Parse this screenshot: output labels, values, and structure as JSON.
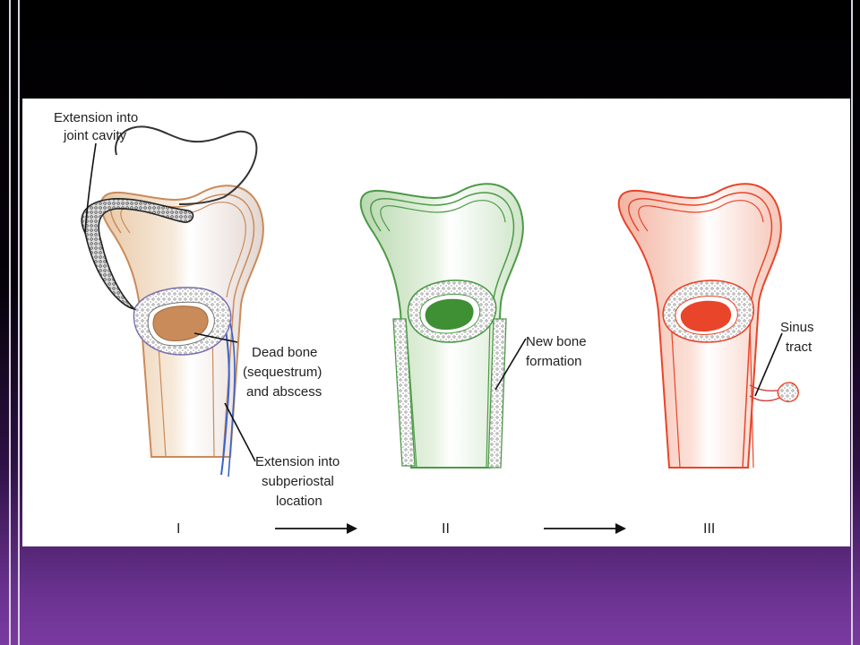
{
  "slide": {
    "accent_colors": {
      "stage1": "#c98b5a",
      "stage2": "#4c9a47",
      "stage3": "#e8452a",
      "periosteum": "#3a63c8"
    }
  },
  "figure": {
    "labels": {
      "joint_line1": "Extension into",
      "joint_line2": "joint cavity",
      "dead_line1": "Dead bone",
      "dead_line2": "(sequestrum)",
      "dead_line3": "and abscess",
      "sub_line1": "Extension into",
      "sub_line2": "subperiostal",
      "sub_line3": "location",
      "newbone_line1": "New bone",
      "newbone_line2": "formation",
      "sinus_line1": "Sinus",
      "sinus_line2": "tract"
    },
    "stages": [
      "I",
      "II",
      "III"
    ]
  }
}
